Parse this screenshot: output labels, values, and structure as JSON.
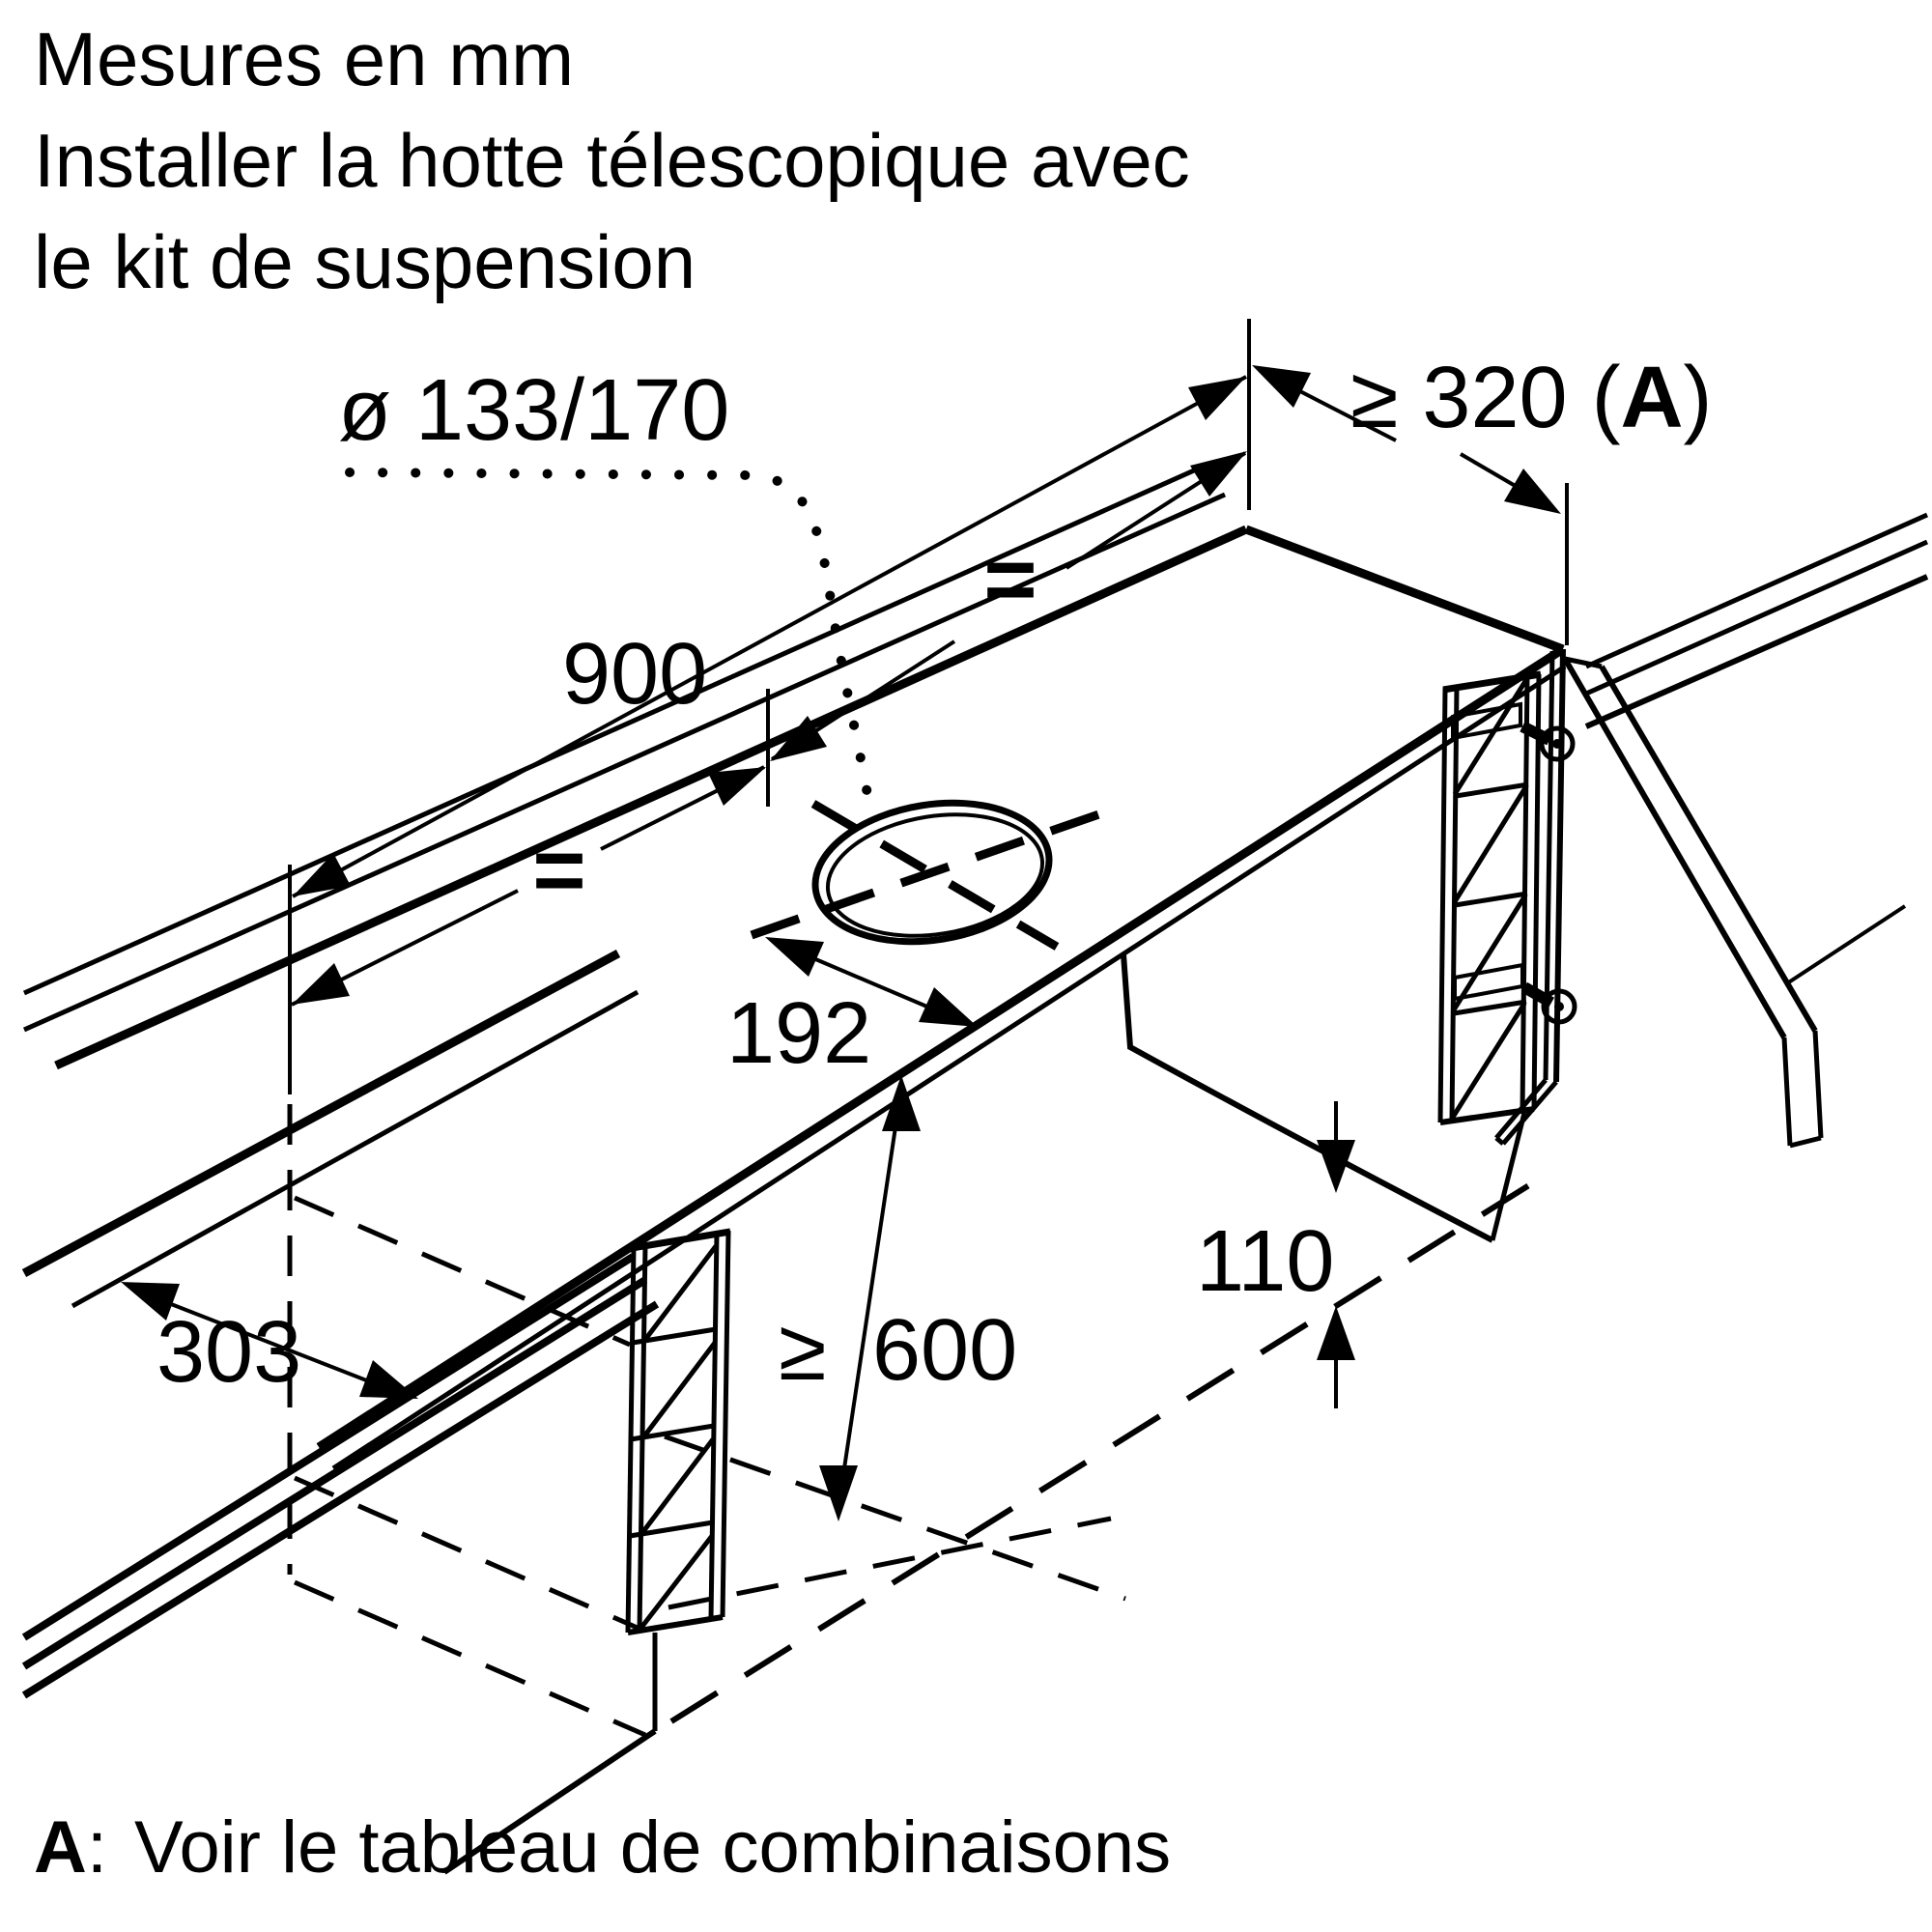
{
  "title": {
    "line1": "Mesures en mm",
    "line2": "Installer la hotte télescopique avec",
    "line3": "le kit de suspension"
  },
  "labels": {
    "diameter": "ø 133/170",
    "min_distance_a": {
      "prefix": "≥ 320 (",
      "bold": "A",
      "suffix": ")"
    },
    "width": "900",
    "equal_left": "=",
    "equal_right": "=",
    "hole_to_front": "192",
    "min_height": {
      "geq": "≥",
      "value": "600"
    },
    "depth": "303",
    "bottom_gap": "110"
  },
  "note": {
    "bold": "A",
    "colon": ":",
    "text": "Voir le tableau de combinaisons"
  },
  "colors": {
    "ink": "#000000",
    "background": "#ffffff"
  }
}
